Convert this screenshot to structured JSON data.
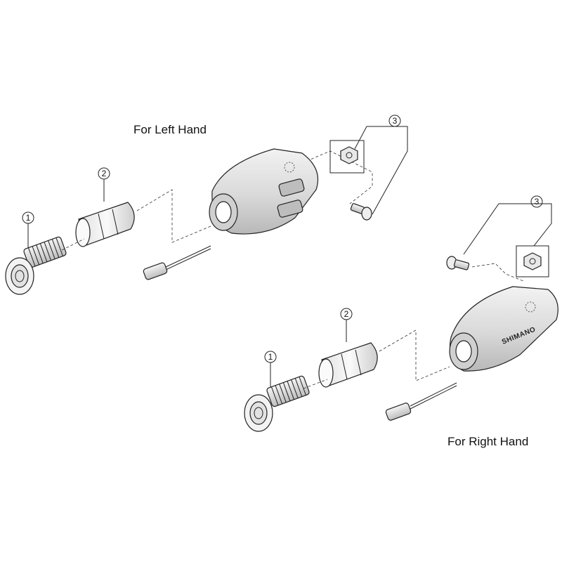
{
  "headings": {
    "left": "For Left Hand",
    "right": "For Right Hand"
  },
  "callouts": {
    "left": [
      "1",
      "2",
      "3"
    ],
    "right": [
      "1",
      "2",
      "3"
    ]
  },
  "brand_text": "SHIMANO",
  "colors": {
    "line": "#222222",
    "body_fill": "#e6e6e6",
    "body_shade": "#c8c8c8",
    "background": "#ffffff"
  }
}
